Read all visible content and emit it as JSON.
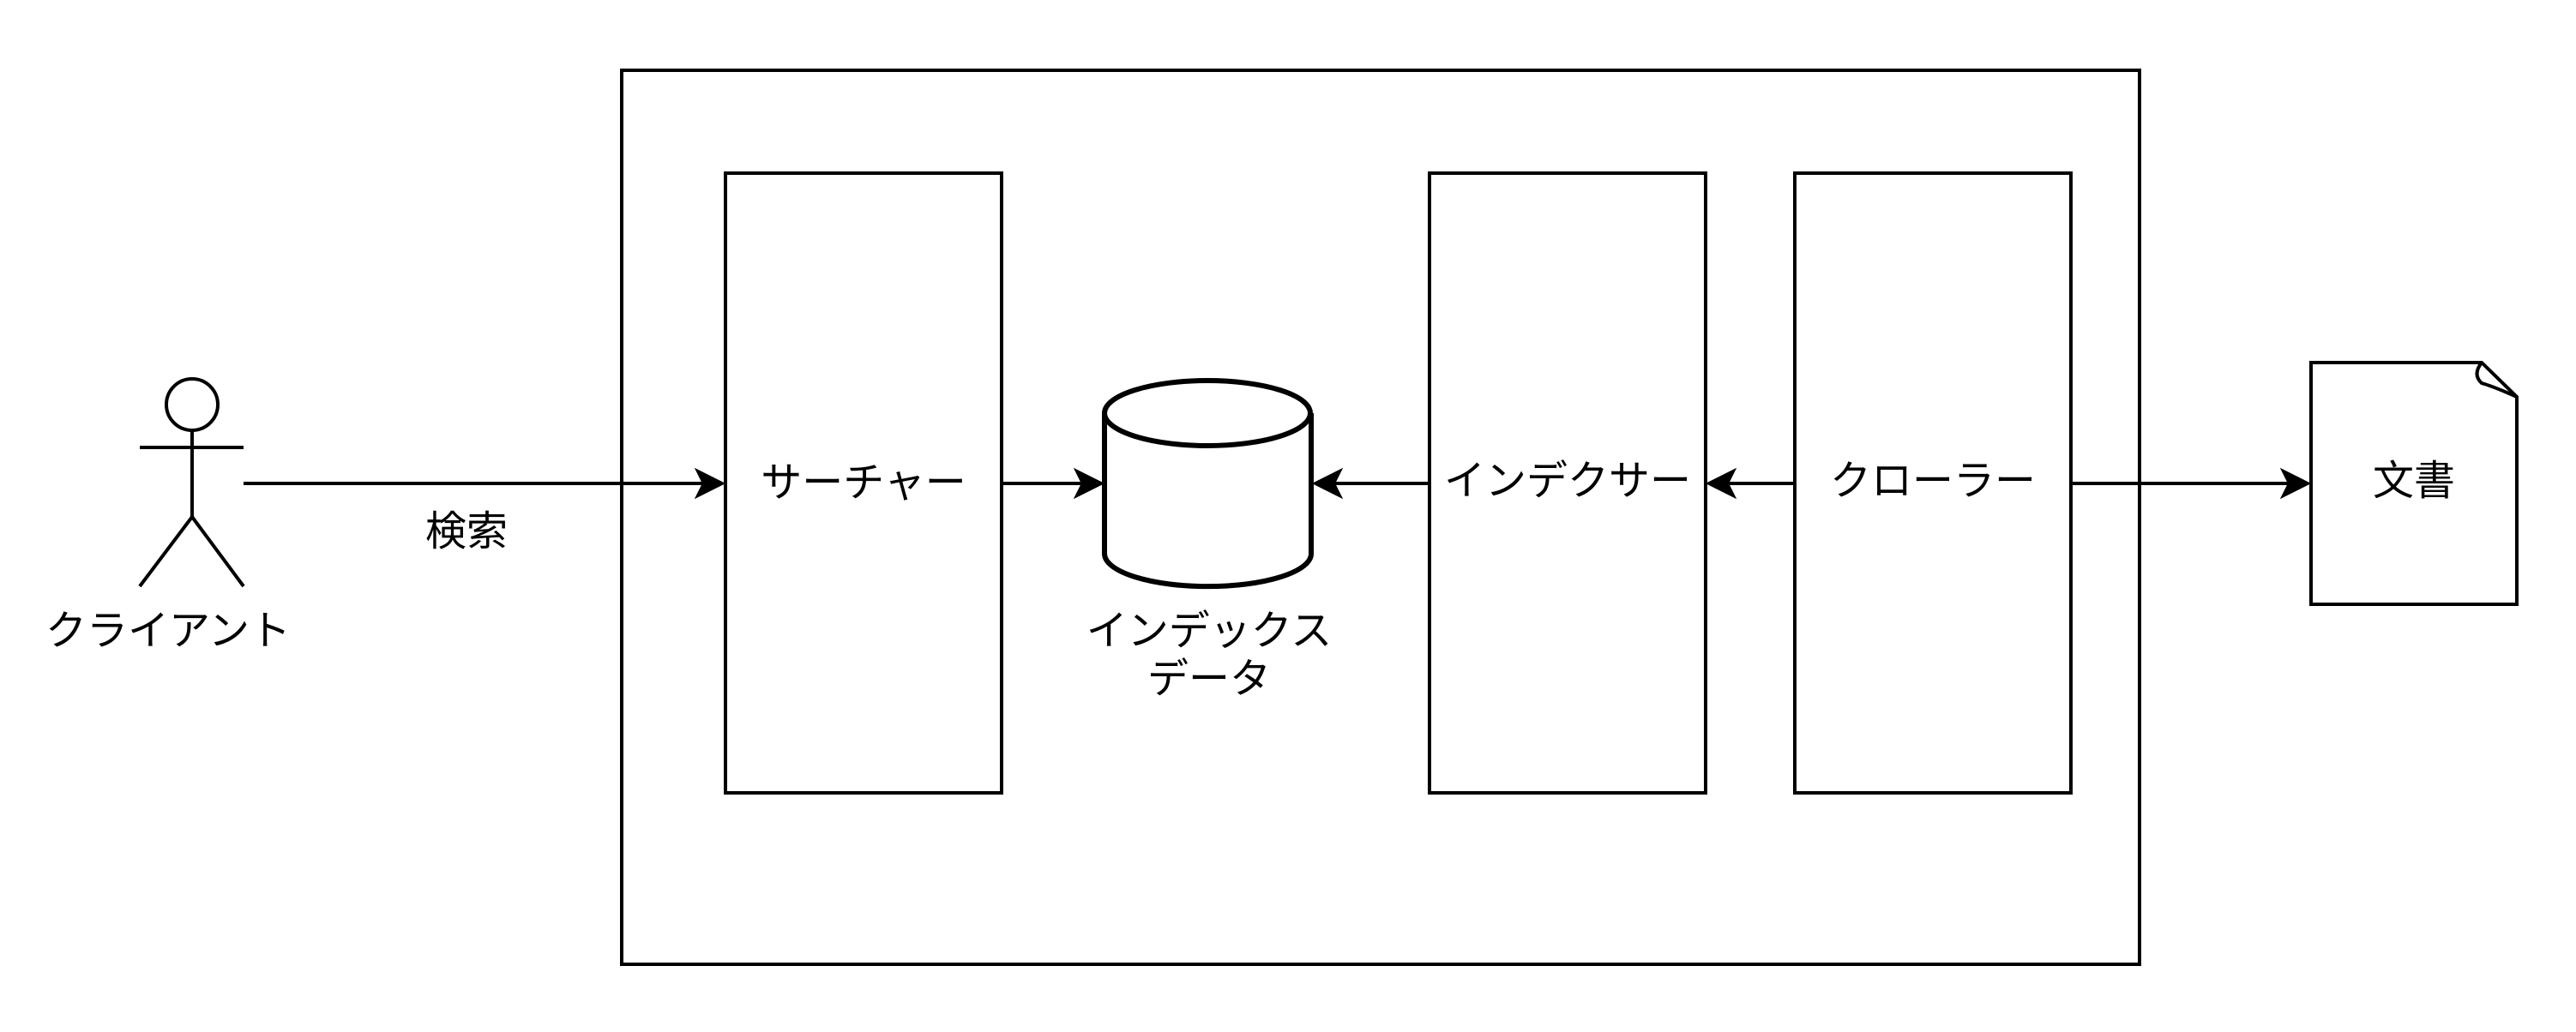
{
  "diagram": {
    "actor_label": "クライアント",
    "search_edge_label": "検索",
    "searcher_label": "サーチャー",
    "index_data_label_line1": "インデックス",
    "index_data_label_line2": "データ",
    "indexer_label": "インデクサー",
    "crawler_label": "クローラー",
    "document_label": "文書"
  }
}
